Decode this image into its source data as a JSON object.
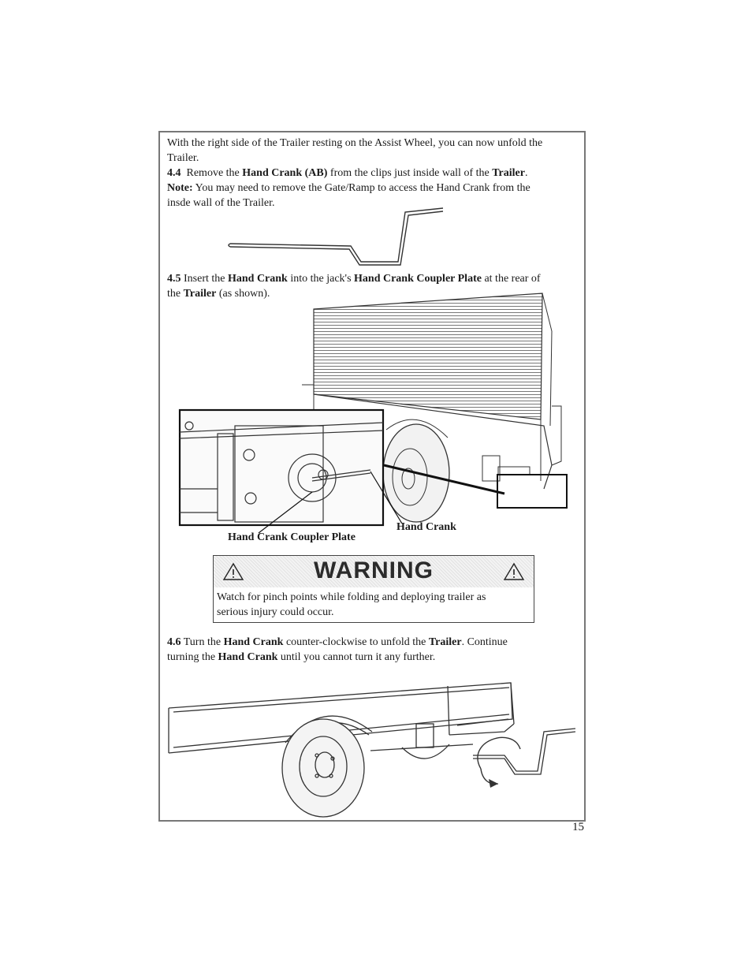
{
  "p_intro_1": "With the right side of the Trailer resting on the Assist Wheel, you can now unfold the",
  "p_intro_2": "Trailer.",
  "s44": {
    "num": "4.4",
    "t1": "Remove the ",
    "b1": "Hand Crank (AB)",
    "t2": " from the clips just inside wall of the ",
    "b2": "Trailer",
    "t3": ".",
    "note_label": "Note:",
    "note_1": " You may need to remove the Gate/Ramp to access the Hand Crank from the",
    "note_2": "insde wall of the Trailer."
  },
  "s45": {
    "num": "4.5",
    "t1": " Insert the ",
    "b1": "Hand Crank",
    "t2": " into the jack's ",
    "b2": "Hand Crank Coupler Plate",
    "t3": " at the rear of",
    "t4": "the ",
    "b3": "Trailer",
    "t5": " (as shown)."
  },
  "labels": {
    "hand_crank": "Hand Crank",
    "coupler_plate": "Hand Crank Coupler Plate"
  },
  "warning": {
    "title": "WARNING",
    "line1": "Watch for pinch points while folding and deploying trailer as",
    "line2": "serious injury could occur."
  },
  "s46": {
    "num": "4.6",
    "t1": " Turn the ",
    "b1": "Hand Crank",
    "t2": " counter-clockwise to unfold the ",
    "b2": "Trailer",
    "t3": ". Continue",
    "t4": "turning the ",
    "b3": "Hand Crank",
    "t5": " until you cannot turn it any further."
  },
  "page_number": "15"
}
